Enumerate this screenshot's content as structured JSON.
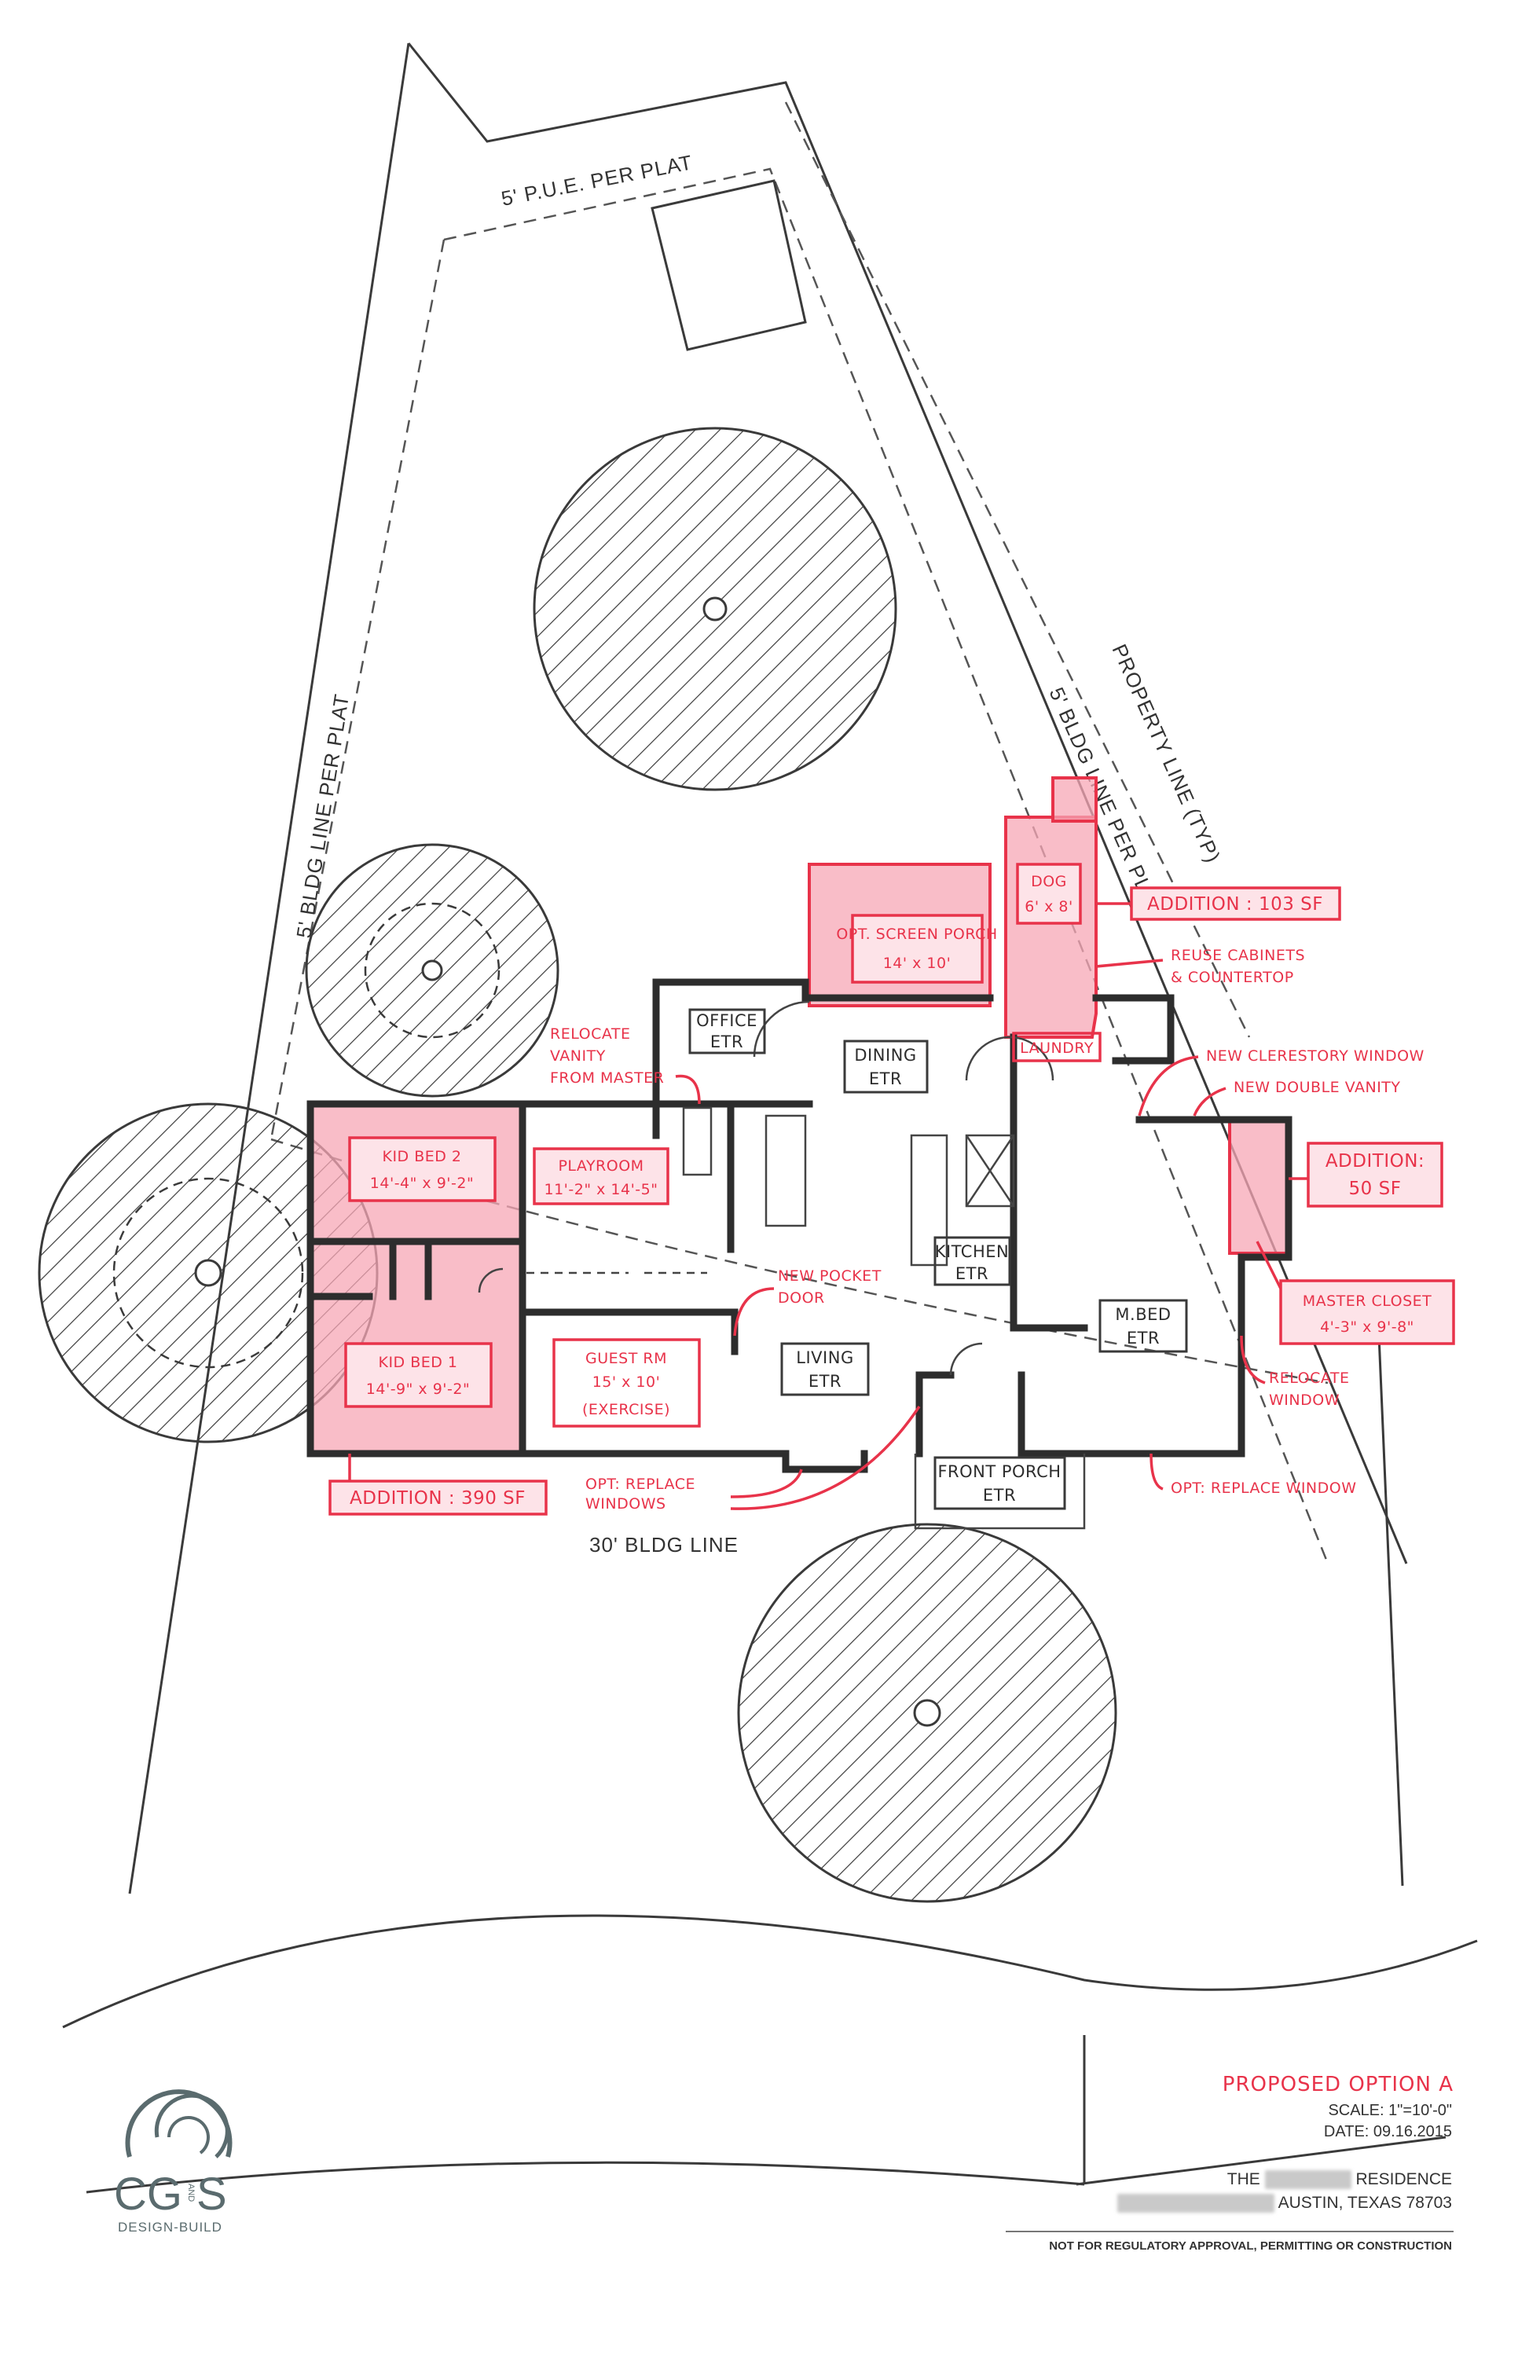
{
  "site": {
    "pue_label": "5' P.U.E. PER PLAT",
    "bldg_line_left": "5' BLDG LINE PER PLAT",
    "bldg_line_right": "5' BLDG LINE PER PLAT",
    "property_line": "PROPERTY LINE (TYP)",
    "front_bldg_line": "30' BLDG LINE"
  },
  "rooms": {
    "office": "OFFICE",
    "office_etr": "ETR",
    "dining": "DINING",
    "dining_etr": "ETR",
    "kitchen": "KITCHEN",
    "kitchen_etr": "ETR",
    "living": "LIVING",
    "living_etr": "ETR",
    "mbed": "M.BED",
    "mbed_etr": "ETR",
    "front_porch": "FRONT PORCH",
    "front_porch_etr": "ETR",
    "laundry": "LAUNDRY",
    "playroom": "PLAYROOM",
    "playroom_dim": "11'-2\" x 14'-5\"",
    "guest": "GUEST RM",
    "guest_dim": "15' x 10'",
    "guest_note": "(EXERCISE)",
    "kidbed2": "KID BED 2",
    "kidbed2_dim": "14'-4\" x 9'-2\"",
    "kidbed1": "KID BED 1",
    "kidbed1_dim": "14'-9\" x 9'-2\"",
    "screen_porch": "OPT. SCREEN PORCH",
    "screen_porch_dim": "14' x 10'",
    "dog": "DOG",
    "dog_dim": "6' x 8'"
  },
  "notes": {
    "addition_103": "ADDITION : 103 SF",
    "reuse_cabinets_1": "REUSE CABINETS",
    "reuse_cabinets_2": "& COUNTERTOP",
    "relocate_vanity_1": "RELOCATE",
    "relocate_vanity_2": "VANITY",
    "relocate_vanity_3": "FROM MASTER",
    "new_clerestory": "NEW CLERESTORY WINDOW",
    "new_double_vanity": "NEW DOUBLE VANITY",
    "addition_50_1": "ADDITION:",
    "addition_50_2": "50 SF",
    "new_pocket_door_1": "NEW POCKET",
    "new_pocket_door_2": "DOOR",
    "master_closet_1": "MASTER CLOSET",
    "master_closet_2": "4'-3\" x 9'-8\"",
    "relocate_window_1": "RELOCATE",
    "relocate_window_2": "WINDOW",
    "addition_390": "ADDITION : 390 SF",
    "opt_replace_windows_1": "OPT: REPLACE",
    "opt_replace_windows_2": "WINDOWS",
    "opt_replace_window": "OPT: REPLACE WINDOW"
  },
  "logo": {
    "letters_cg": "CG",
    "letters_and": "AND",
    "letters_s": "S",
    "tagline": "DESIGN-BUILD"
  },
  "title_block": {
    "option": "PROPOSED OPTION A",
    "scale": "SCALE: 1\"=10'-0\"",
    "date": "DATE: 09.16.2015",
    "residence_prefix": "THE",
    "residence_suffix": "RESIDENCE",
    "city": "AUSTIN, TEXAS 78703",
    "disclaimer": "NOT FOR REGULATORY APPROVAL, PERMITTING OR CONSTRUCTION"
  },
  "colors": {
    "accent_red": "#e8334a",
    "addition_fill": "#f7a7b5",
    "ink": "#2d2d2d"
  }
}
